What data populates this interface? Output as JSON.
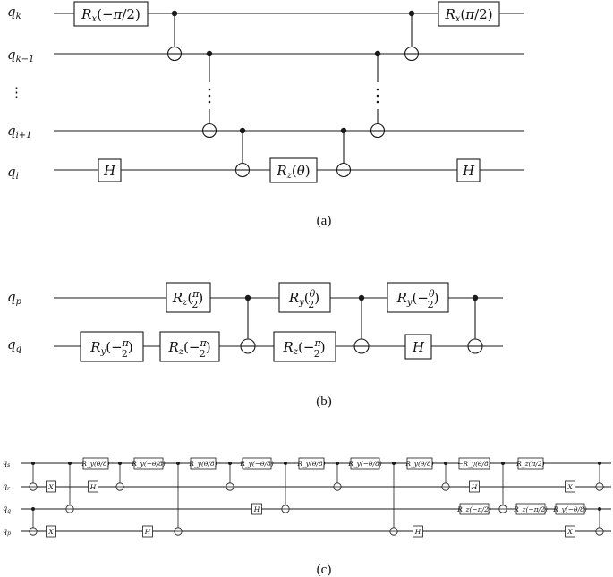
{
  "figure_a": {
    "caption": "(a)",
    "qubits": [
      "q_k",
      "q_{k−1}",
      "⋮",
      "q_{i+1}",
      "q_i"
    ],
    "gates": {
      "rx_neg": "R_x(−π/2)",
      "rx_pos": "R_x(π/2)",
      "h": "H",
      "rz_theta": "R_z(θ)"
    }
  },
  "figure_b": {
    "caption": "(b)",
    "qubits": [
      "q_p",
      "q_q"
    ],
    "gates": {
      "ry_neg_pi2": "R_y(−π/2)",
      "rz_pi2": "R_z(π/2)",
      "rz_neg_pi2_a": "R_z(−π/2)",
      "ry_theta2": "R_y(θ/2)",
      "rz_neg_pi2_b": "R_z(−π/2)",
      "ry_neg_theta2": "R_y(−θ/2)",
      "h": "H"
    }
  },
  "figure_c": {
    "caption": "(c)",
    "qubits": [
      "q_s",
      "q_r",
      "q_q",
      "q_p"
    ],
    "gates": {
      "x": "X",
      "h": "H",
      "ry_t8": "R_y(θ/8)",
      "ry_neg_t8": "R_y(−θ/8)",
      "neg_ry_t8": "−R_y(θ/8)",
      "rz_pi2": "R_z(π/2)",
      "rz_neg_pi2": "R_z(−π/2)",
      "rz_neg_pi2_b": "R_z(−π/2)"
    }
  }
}
